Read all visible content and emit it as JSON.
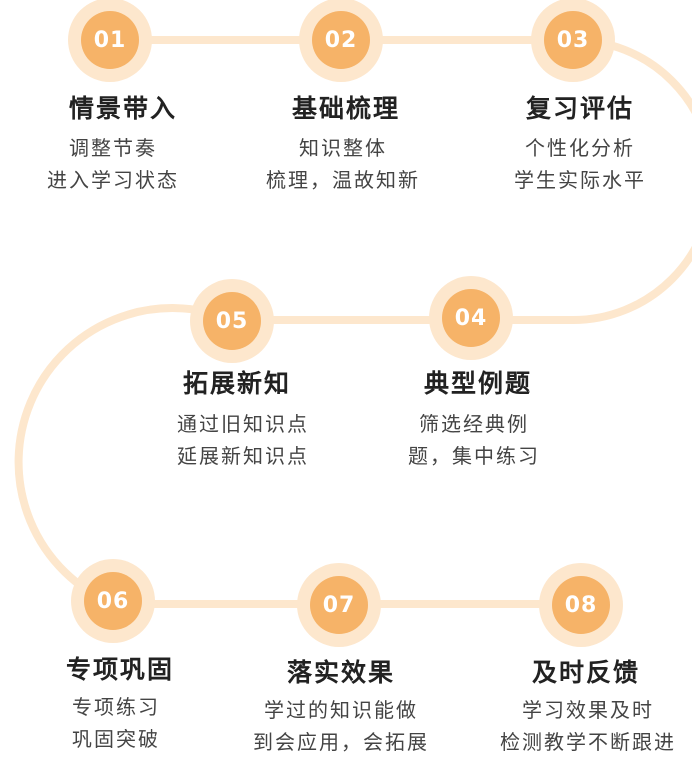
{
  "colors": {
    "path": "#fde7cd",
    "badge_outer": "#fde7cd",
    "badge_inner": "#f6b368",
    "badge_text": "#ffffff",
    "title": "#222222",
    "desc": "#444444"
  },
  "steps": [
    {
      "num": "01",
      "title": "情景带入",
      "lines": [
        "调整节奏",
        "进入学习状态"
      ]
    },
    {
      "num": "02",
      "title": "基础梳理",
      "lines": [
        "知识整体",
        "梳理，温故知新"
      ]
    },
    {
      "num": "03",
      "title": "复习评估",
      "lines": [
        "个性化分析",
        "学生实际水平"
      ]
    },
    {
      "num": "04",
      "title": "典型例题",
      "lines": [
        "筛选经典例",
        "题，集中练习"
      ]
    },
    {
      "num": "05",
      "title": "拓展新知",
      "lines": [
        "通过旧知识点",
        "延展新知识点"
      ]
    },
    {
      "num": "06",
      "title": "专项巩固",
      "lines": [
        "专项练习",
        "巩固突破"
      ]
    },
    {
      "num": "07",
      "title": "落实效果",
      "lines": [
        "学过的知识能做",
        "到会应用，会拓展"
      ]
    },
    {
      "num": "08",
      "title": "及时反馈",
      "lines": [
        "学习效果及时",
        "检测教学不断跟进"
      ]
    }
  ]
}
